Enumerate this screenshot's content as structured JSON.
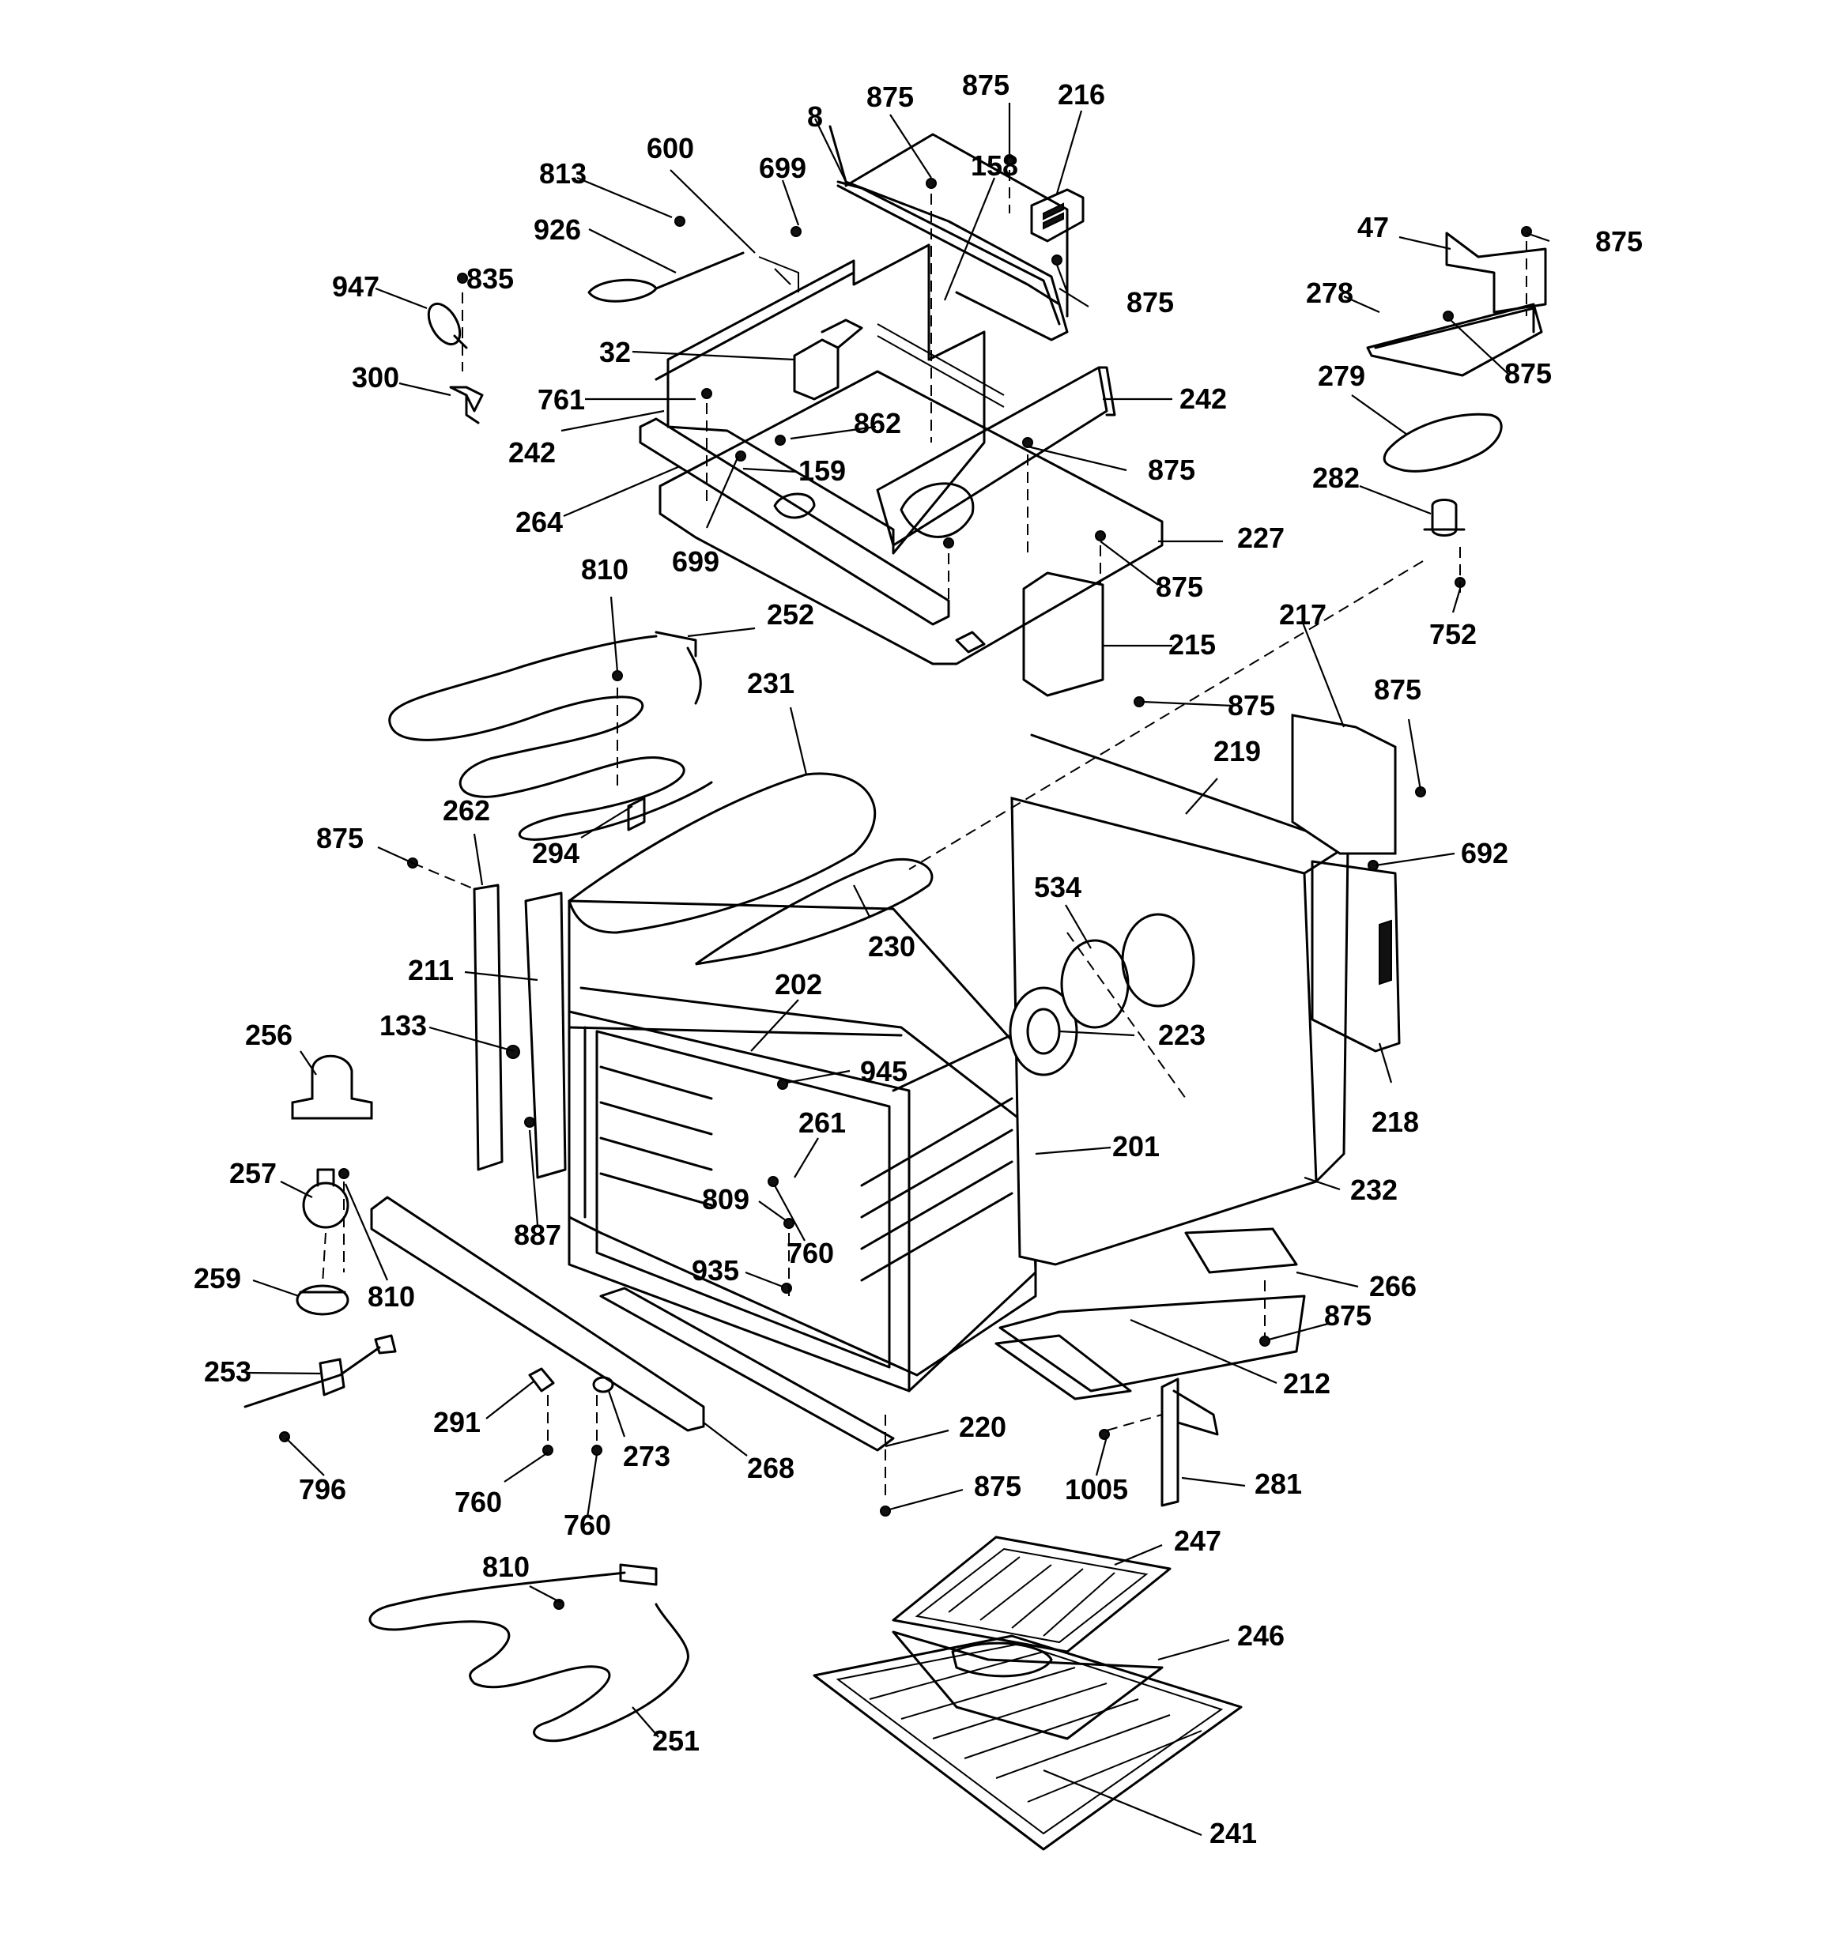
{
  "callouts": [
    {
      "id": "c0",
      "text": "875"
    },
    {
      "id": "c1",
      "text": "875"
    },
    {
      "id": "c2",
      "text": "216"
    },
    {
      "id": "c3",
      "text": "8"
    },
    {
      "id": "c4",
      "text": "600"
    },
    {
      "id": "c5",
      "text": "699"
    },
    {
      "id": "c6",
      "text": "158"
    },
    {
      "id": "c7",
      "text": "813"
    },
    {
      "id": "c8",
      "text": "926"
    },
    {
      "id": "c9",
      "text": "947"
    },
    {
      "id": "c10",
      "text": "835"
    },
    {
      "id": "c11",
      "text": "875"
    },
    {
      "id": "c12",
      "text": "32"
    },
    {
      "id": "c13",
      "text": "300"
    },
    {
      "id": "c14",
      "text": "761"
    },
    {
      "id": "c15",
      "text": "242"
    },
    {
      "id": "c16",
      "text": "862"
    },
    {
      "id": "c17",
      "text": "242"
    },
    {
      "id": "c18",
      "text": "159"
    },
    {
      "id": "c19",
      "text": "875"
    },
    {
      "id": "c20",
      "text": "264"
    },
    {
      "id": "c21",
      "text": "227"
    },
    {
      "id": "c22",
      "text": "699"
    },
    {
      "id": "c23",
      "text": "875"
    },
    {
      "id": "c24",
      "text": "47"
    },
    {
      "id": "c25",
      "text": "875"
    },
    {
      "id": "c26",
      "text": "278"
    },
    {
      "id": "c27",
      "text": "875"
    },
    {
      "id": "c28",
      "text": "279"
    },
    {
      "id": "c29",
      "text": "282"
    },
    {
      "id": "c30",
      "text": "752"
    },
    {
      "id": "c31",
      "text": "810"
    },
    {
      "id": "c32",
      "text": "252"
    },
    {
      "id": "c33",
      "text": "215"
    },
    {
      "id": "c34",
      "text": "217"
    },
    {
      "id": "c35",
      "text": "231"
    },
    {
      "id": "c36",
      "text": "875"
    },
    {
      "id": "c37",
      "text": "875"
    },
    {
      "id": "c38",
      "text": "219"
    },
    {
      "id": "c39",
      "text": "262"
    },
    {
      "id": "c40",
      "text": "875"
    },
    {
      "id": "c41",
      "text": "294"
    },
    {
      "id": "c42",
      "text": "692"
    },
    {
      "id": "c43",
      "text": "534"
    },
    {
      "id": "c44",
      "text": "230"
    },
    {
      "id": "c45",
      "text": "211"
    },
    {
      "id": "c46",
      "text": "202"
    },
    {
      "id": "c47",
      "text": "133"
    },
    {
      "id": "c48",
      "text": "223"
    },
    {
      "id": "c49",
      "text": "256"
    },
    {
      "id": "c50",
      "text": "945"
    },
    {
      "id": "c51",
      "text": "218"
    },
    {
      "id": "c52",
      "text": "261"
    },
    {
      "id": "c53",
      "text": "201"
    },
    {
      "id": "c54",
      "text": "257"
    },
    {
      "id": "c55",
      "text": "232"
    },
    {
      "id": "c56",
      "text": "809"
    },
    {
      "id": "c57",
      "text": "887"
    },
    {
      "id": "c58",
      "text": "760"
    },
    {
      "id": "c59",
      "text": "935"
    },
    {
      "id": "c60",
      "text": "259"
    },
    {
      "id": "c61",
      "text": "810"
    },
    {
      "id": "c62",
      "text": "266"
    },
    {
      "id": "c63",
      "text": "875"
    },
    {
      "id": "c64",
      "text": "253"
    },
    {
      "id": "c65",
      "text": "212"
    },
    {
      "id": "c66",
      "text": "291"
    },
    {
      "id": "c67",
      "text": "220"
    },
    {
      "id": "c68",
      "text": "273"
    },
    {
      "id": "c69",
      "text": "268"
    },
    {
      "id": "c70",
      "text": "281"
    },
    {
      "id": "c71",
      "text": "796"
    },
    {
      "id": "c72",
      "text": "1005"
    },
    {
      "id": "c73",
      "text": "760"
    },
    {
      "id": "c74",
      "text": "875"
    },
    {
      "id": "c75",
      "text": "760"
    },
    {
      "id": "c76",
      "text": "247"
    },
    {
      "id": "c77",
      "text": "810"
    },
    {
      "id": "c78",
      "text": "246"
    },
    {
      "id": "c79",
      "text": "251"
    },
    {
      "id": "c80",
      "text": "241"
    }
  ]
}
